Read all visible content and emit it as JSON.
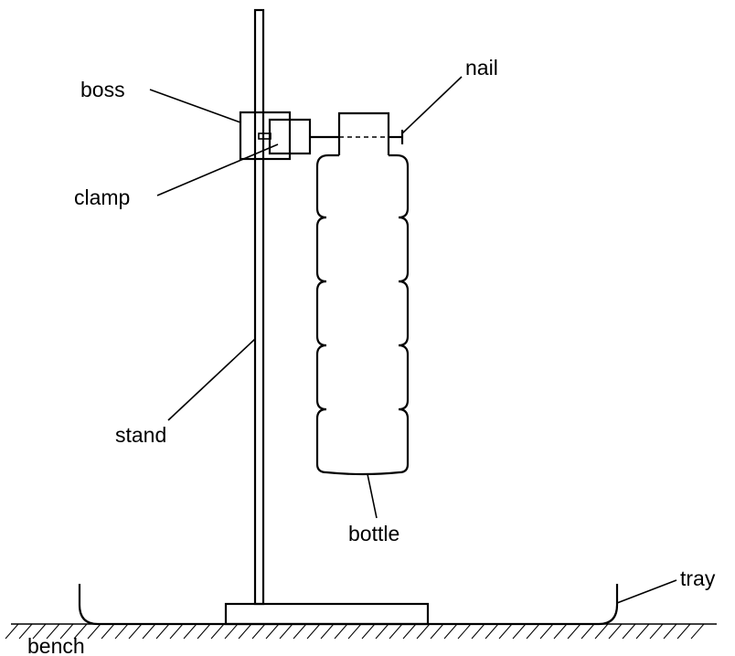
{
  "labels": {
    "boss": "boss",
    "nail": "nail",
    "clamp": "clamp",
    "stand": "stand",
    "bottle": "bottle",
    "tray": "tray",
    "bench": "bench"
  },
  "colors": {
    "stroke": "#000000",
    "background": "#ffffff"
  }
}
